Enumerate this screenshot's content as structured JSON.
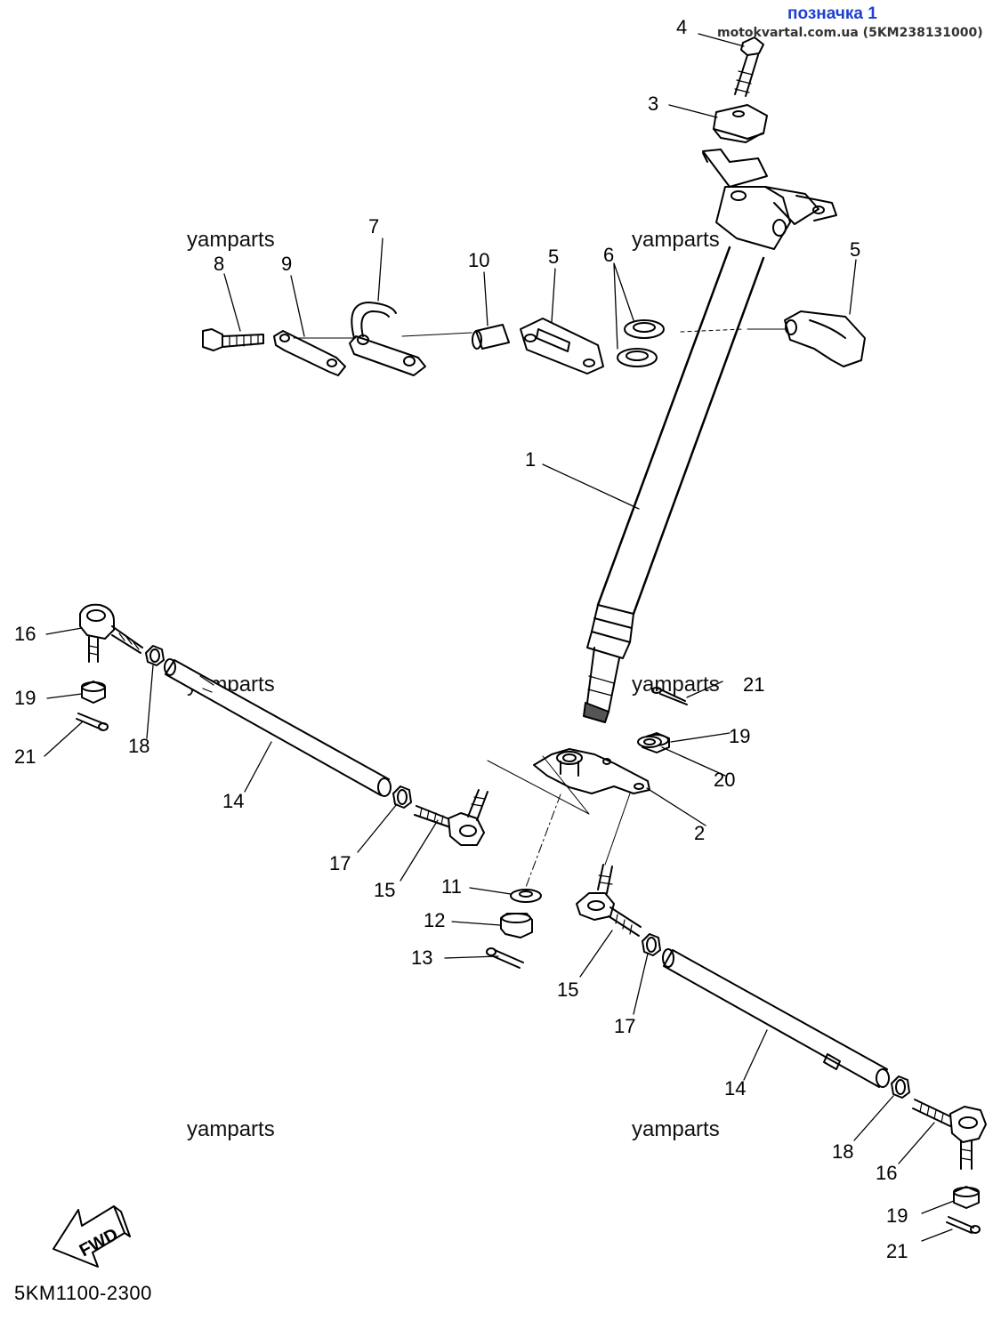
{
  "header": {
    "label": "позначка 1",
    "source": "motokvartal.com.ua (5KM238131000)"
  },
  "watermarks": [
    "yamparts",
    "yamparts",
    "yamparts",
    "yamparts",
    "yamparts",
    "yamparts"
  ],
  "diagram_code": "5KM1100-2300",
  "fwd_label": "FWD",
  "callouts": [
    "1",
    "2",
    "3",
    "4",
    "5",
    "5",
    "6",
    "7",
    "8",
    "9",
    "10",
    "11",
    "12",
    "13",
    "14",
    "14",
    "15",
    "15",
    "16",
    "16",
    "17",
    "17",
    "18",
    "18",
    "19",
    "19",
    "19",
    "20",
    "21",
    "21",
    "21"
  ]
}
